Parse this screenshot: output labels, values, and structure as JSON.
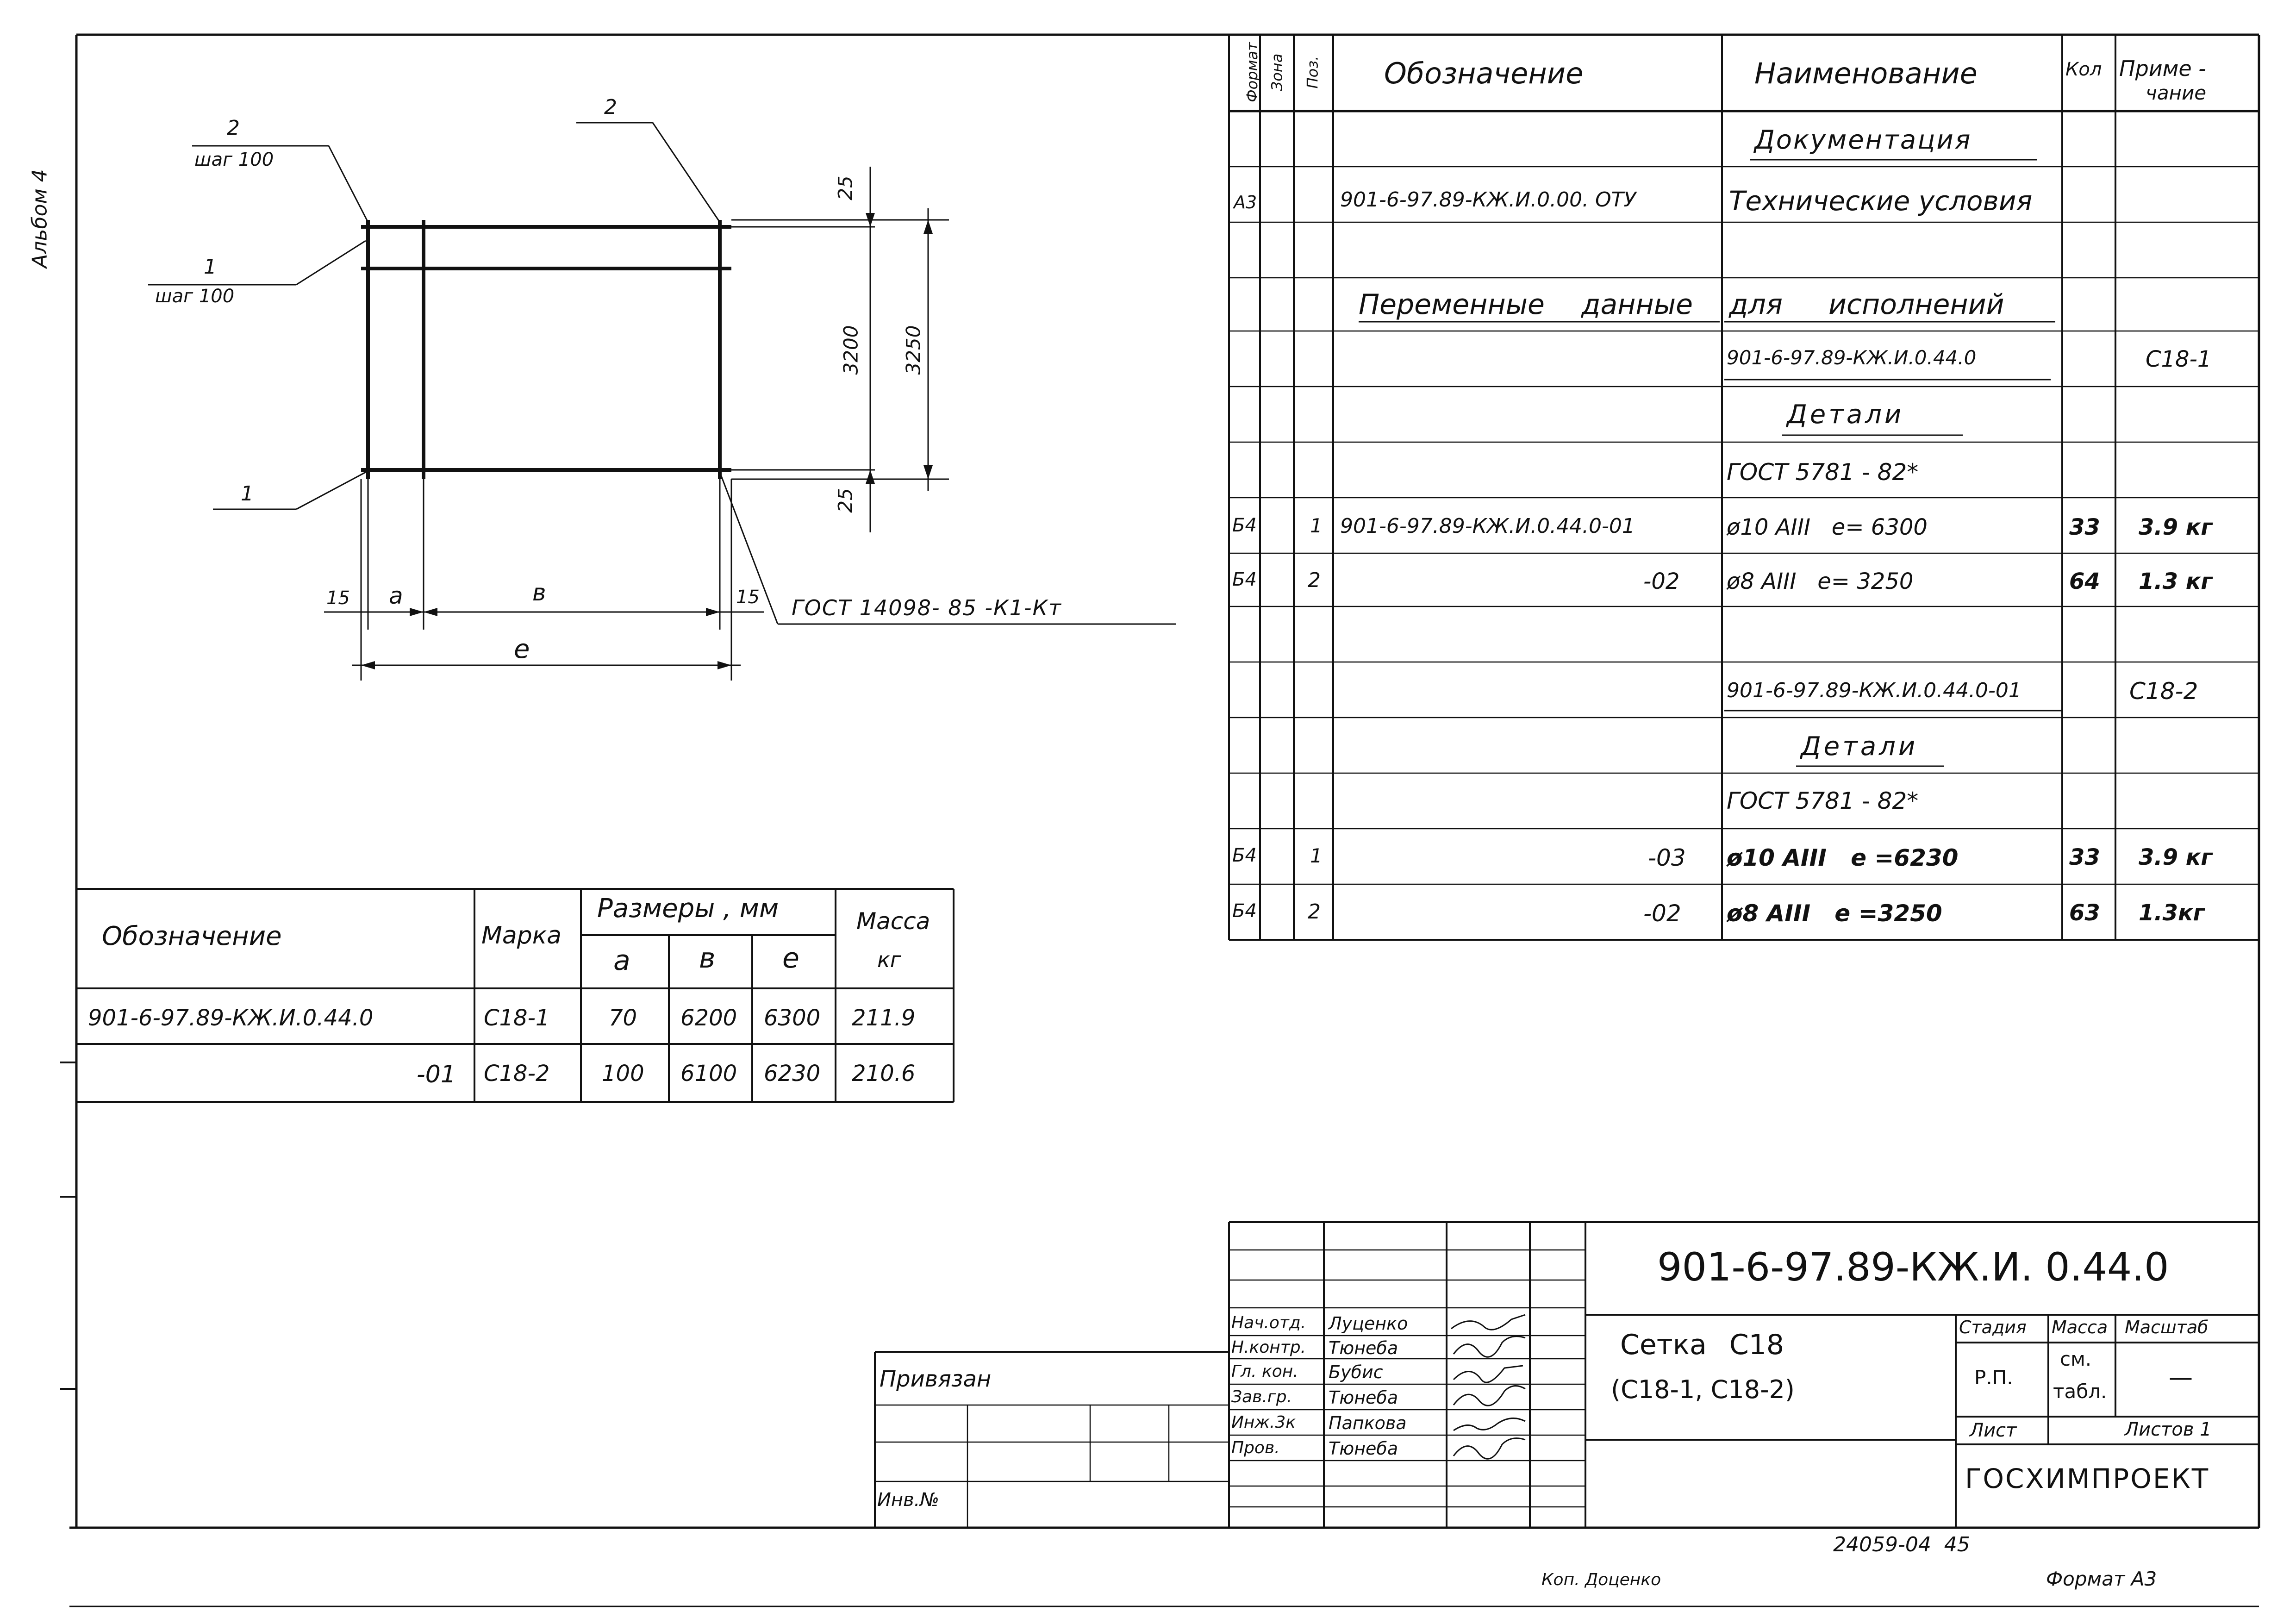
{
  "side_label": "Альбом 4",
  "drawing": {
    "callouts": {
      "pos2_left": "2",
      "pos2_left_step": "шаг 100",
      "pos1_upper": "1",
      "pos1_upper_step": "шаг 100",
      "pos2_right": "2",
      "pos1_lower": "1"
    },
    "dims": {
      "top": "25",
      "inner": "3200",
      "outer": "3250",
      "bottom": "25",
      "left_15": "15",
      "a": "а",
      "b": "в",
      "right_15": "15",
      "l": "е"
    },
    "weld_note": "ГОСТ 14098- 85 -К1-Кт"
  },
  "spec": {
    "headers": {
      "format": "Формат",
      "zone": "Зона",
      "pos": "Поз.",
      "designation": "Обозначение",
      "name": "Наименование",
      "qty": "Кол",
      "note_l1": "Приме -",
      "note_l2": "чание"
    },
    "rows": [
      {
        "format": "",
        "pos": "",
        "des": "",
        "name": "Документация",
        "qty": "",
        "note": ""
      },
      {
        "format": "А3",
        "pos": "",
        "des": "901-6-97.89-КЖ.И.0.00. ОТУ",
        "name": "Технические условия",
        "qty": "",
        "note": ""
      },
      {
        "format": "",
        "pos": "",
        "des": "",
        "name": "",
        "qty": "",
        "note": ""
      },
      {
        "format": "",
        "pos": "",
        "des": "Переменные данные",
        "name": "для исполнений",
        "qty": "",
        "note": ""
      },
      {
        "format": "",
        "pos": "",
        "des": "",
        "name": "901-6-97.89-КЖ.И.0.44.0",
        "qty": "",
        "note": "С18-1"
      },
      {
        "format": "",
        "pos": "",
        "des": "",
        "name": "Детали",
        "qty": "",
        "note": ""
      },
      {
        "format": "",
        "pos": "",
        "des": "",
        "name": "ГОСТ 5781 - 82*",
        "qty": "",
        "note": ""
      },
      {
        "format": "Б4",
        "pos": "1",
        "des": "901-6-97.89-КЖ.И.0.44.0-01",
        "name": "ø10 АIII   е= 6300",
        "qty": "33",
        "note": "3.9 кг"
      },
      {
        "format": "Б4",
        "pos": "2",
        "des": "-02",
        "name": "ø8 АIII   е= 3250",
        "qty": "64",
        "note": "1.3 кг"
      },
      {
        "format": "",
        "pos": "",
        "des": "",
        "name": "",
        "qty": "",
        "note": ""
      },
      {
        "format": "",
        "pos": "",
        "des": "",
        "name": "901-6-97.89-КЖ.И.0.44.0-01",
        "qty": "",
        "note": "С18-2"
      },
      {
        "format": "",
        "pos": "",
        "des": "",
        "name": "Детали",
        "qty": "",
        "note": ""
      },
      {
        "format": "",
        "pos": "",
        "des": "",
        "name": "ГОСТ 5781 - 82*",
        "qty": "",
        "note": ""
      },
      {
        "format": "Б4",
        "pos": "1",
        "des": "-03",
        "name": "ø10 АIII   е =6230",
        "qty": "33",
        "note": "3.9 кг"
      },
      {
        "format": "Б4",
        "pos": "2",
        "des": "-02",
        "name": "ø8 АIII   е =3250",
        "qty": "63",
        "note": "1.3кг"
      }
    ]
  },
  "sizes": {
    "headers": {
      "designation": "Обозначение",
      "mark": "Марка",
      "dims": "Размеры , мм",
      "a": "а",
      "b": "в",
      "l": "е",
      "mass_l1": "Масса",
      "mass_l2": "кг"
    },
    "rows": [
      {
        "des": "901-6-97.89-КЖ.И.0.44.0",
        "mark": "С18-1",
        "a": "70",
        "b": "6200",
        "l": "6300",
        "mass": "211.9"
      },
      {
        "des": "-01",
        "mark": "С18-2",
        "a": "100",
        "b": "6100",
        "l": "6230",
        "mass": "210.6"
      }
    ]
  },
  "stamp": {
    "code": "901-6-97.89-КЖ.И. 0.44.0",
    "title_l1": "Сетка С18",
    "title_l2": "(С18-1, С18-2)",
    "stage_h": "Стадия",
    "mass_h": "Масса",
    "scale_h": "Масштаб",
    "stage": "Р.П.",
    "mass_l1": "см.",
    "mass_l2": "табл.",
    "scale": "—",
    "sheet": "Лист",
    "sheets": "Листов 1",
    "org": "ГОСХИМПРОЕКТ",
    "roles": [
      "Нач.отд.",
      "Н.контр.",
      "Гл. кон.",
      "Зав.гр.",
      "Инж.3к",
      "Пров."
    ],
    "names": [
      "Луценко",
      "Тюнеба",
      "Бубис",
      "Тюнеба",
      "Папкова",
      "Тюнеба"
    ]
  },
  "privyazan": {
    "label": "Привязан",
    "inv": "Инв.№"
  },
  "footer": {
    "inv_number": "24059-04  45",
    "copied": "Коп. Доценко",
    "format": "Формат А3"
  }
}
